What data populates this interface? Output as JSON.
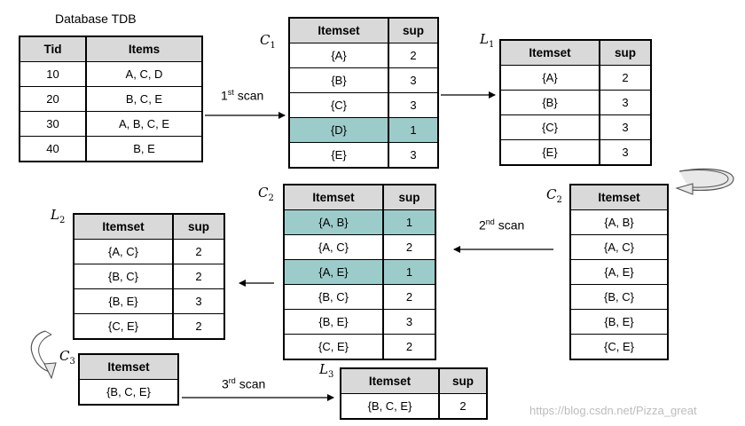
{
  "db": {
    "title": "Database TDB",
    "headers": [
      "Tid",
      "Items"
    ],
    "rows": [
      [
        "10",
        "A, C, D"
      ],
      [
        "20",
        "B, C, E"
      ],
      [
        "30",
        "A, B, C, E"
      ],
      [
        "40",
        "B, E"
      ]
    ]
  },
  "labels": {
    "c1": {
      "base": "C",
      "sub": "1"
    },
    "l1": {
      "base": "L",
      "sub": "1"
    },
    "c2_right": {
      "base": "C",
      "sub": "2"
    },
    "c2_mid": {
      "base": "C",
      "sub": "2"
    },
    "l2": {
      "base": "L",
      "sub": "2"
    },
    "c3": {
      "base": "C",
      "sub": "3"
    },
    "l3": {
      "base": "L",
      "sub": "3"
    }
  },
  "scans": {
    "first": {
      "num": "1",
      "sup": "st",
      "word": "scan"
    },
    "second": {
      "num": "2",
      "sup": "nd",
      "word": "scan"
    },
    "third": {
      "num": "3",
      "sup": "rd",
      "word": "scan"
    }
  },
  "tables": {
    "c1": {
      "headers": [
        "Itemset",
        "sup"
      ],
      "rows": [
        [
          "{A}",
          "2"
        ],
        [
          "{B}",
          "3"
        ],
        [
          "{C}",
          "3"
        ],
        [
          "{D}",
          "1"
        ],
        [
          "{E}",
          "3"
        ]
      ],
      "highlight": [
        3
      ]
    },
    "l1": {
      "headers": [
        "Itemset",
        "sup"
      ],
      "rows": [
        [
          "{A}",
          "2"
        ],
        [
          "{B}",
          "3"
        ],
        [
          "{C}",
          "3"
        ],
        [
          "{E}",
          "3"
        ]
      ],
      "highlight": []
    },
    "c2_right": {
      "headers": [
        "Itemset"
      ],
      "rows": [
        [
          "{A, B}"
        ],
        [
          "{A, C}"
        ],
        [
          "{A, E}"
        ],
        [
          "{B, C}"
        ],
        [
          "{B, E}"
        ],
        [
          "{C, E}"
        ]
      ],
      "highlight": []
    },
    "c2_mid": {
      "headers": [
        "Itemset",
        "sup"
      ],
      "rows": [
        [
          "{A, B}",
          "1"
        ],
        [
          "{A, C}",
          "2"
        ],
        [
          "{A, E}",
          "1"
        ],
        [
          "{B, C}",
          "2"
        ],
        [
          "{B, E}",
          "3"
        ],
        [
          "{C, E}",
          "2"
        ]
      ],
      "highlight": [
        0,
        2
      ]
    },
    "l2": {
      "headers": [
        "Itemset",
        "sup"
      ],
      "rows": [
        [
          "{A, C}",
          "2"
        ],
        [
          "{B, C}",
          "2"
        ],
        [
          "{B, E}",
          "3"
        ],
        [
          "{C, E}",
          "2"
        ]
      ],
      "highlight": []
    },
    "c3": {
      "headers": [
        "Itemset"
      ],
      "rows": [
        [
          "{B, C, E}"
        ]
      ],
      "highlight": []
    },
    "l3": {
      "headers": [
        "Itemset",
        "sup"
      ],
      "rows": [
        [
          "{B, C, E}",
          "2"
        ]
      ],
      "highlight": []
    }
  },
  "colors": {
    "header": "#d9d9d9",
    "highlight": "#9cccca"
  },
  "watermark": "https://blog.csdn.net/Pizza_great"
}
